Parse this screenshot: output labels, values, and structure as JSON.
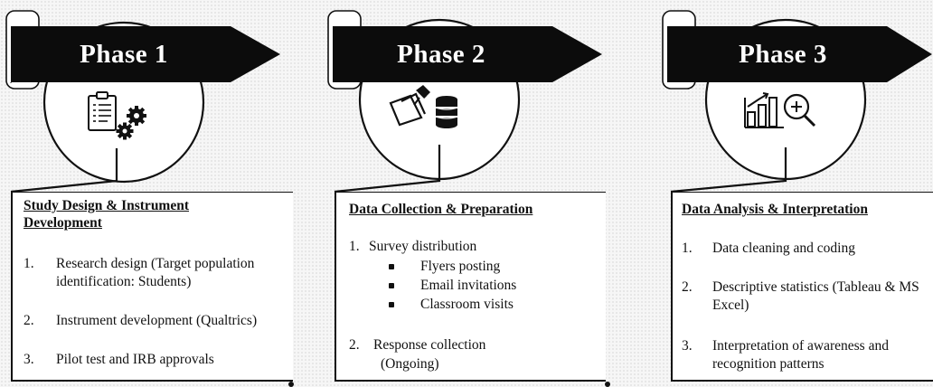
{
  "phases": [
    {
      "title": "Phase 1",
      "icon": "checklist-gears-icon",
      "heading": "Study Design & Instrument Development",
      "items": [
        {
          "num": "1.",
          "text": "Research design (Target population identification: Students)"
        },
        {
          "num": "2.",
          "text": "Instrument development (Qualtrics)"
        },
        {
          "num": "3.",
          "text": "Pilot test and IRB approvals"
        }
      ]
    },
    {
      "title": "Phase 2",
      "icon": "pushpin-notes-database-icon",
      "heading": "Data Collection & Preparation",
      "item1": {
        "num": "1.",
        "text": "Survey distribution"
      },
      "bullets": [
        "Flyers posting",
        "Email invitations",
        "Classroom visits"
      ],
      "item2": {
        "num": "2.",
        "text": "Response collection",
        "sub": "(Ongoing)"
      }
    },
    {
      "title": "Phase 3",
      "icon": "bar-chart-magnifier-icon",
      "heading": "Data Analysis & Interpretation",
      "items": [
        {
          "num": "1.",
          "text": "Data cleaning and coding"
        },
        {
          "num": "2.",
          "text": "Descriptive statistics (Tableau & MS Excel)"
        },
        {
          "num": "3.",
          "text": "Interpretation of awareness and recognition patterns"
        }
      ]
    }
  ]
}
